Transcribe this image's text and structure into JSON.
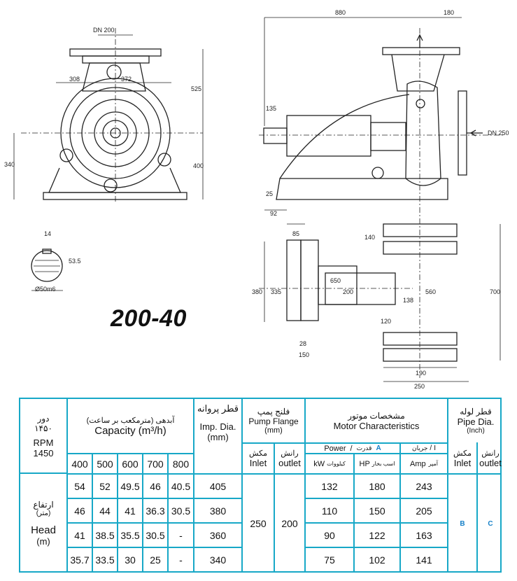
{
  "model": "200-40",
  "drawing": {
    "dims": [
      "DN 200",
      "308",
      "372",
      "525",
      "340",
      "400",
      "880",
      "180",
      "135",
      "DN 250",
      "25",
      "92",
      "14",
      "53.5",
      "Ø50m6",
      "85",
      "650",
      "140",
      "380",
      "335",
      "200",
      "138",
      "560",
      "700",
      "120",
      "28",
      "150",
      "190",
      "250"
    ]
  },
  "table": {
    "speed_fa": "دور",
    "speed_fa_value": "۱۴۵۰",
    "rpm_label": "RPM",
    "rpm_value": "1450",
    "head_fa": "ارتفاع",
    "head_fa_unit": "(متر)",
    "head_label": "Head",
    "head_unit": "(m)",
    "capacity_fa": "آبدهی (مترمکعب بر ساعت)",
    "capacity_label": "Capacity (m³/h)",
    "capacities": [
      "400",
      "500",
      "600",
      "700",
      "800"
    ],
    "imp_fa": "قطر پروانه",
    "imp_label": "Imp. Dia.",
    "imp_unit": "(mm)",
    "flange_fa": "فلنج پمپ",
    "flange_label": "Pump Flange",
    "flange_unit": "(mm)",
    "inlet_fa": "مکش",
    "inlet_label": "Inlet",
    "outlet_fa": "رانش",
    "outlet_label": "outlet",
    "motor_fa": "مشخصات موتور",
    "motor_label": "Motor Characteristics",
    "power_label": "Power",
    "power_fa": "قدرت",
    "power_sym": "A",
    "current_fa": "جریان",
    "current_sym": "I",
    "kw_label": "kW",
    "kw_fa": "کیلووات",
    "hp_label": "HP",
    "hp_fa": "اسب بخار",
    "amp_label": "Amp",
    "amp_fa": "آمپر",
    "pipe_fa": "قطر لوله",
    "pipe_label": "Pipe Dia.",
    "pipe_unit": "(Inch)",
    "pipe_inlet_fa": "مکش",
    "pipe_inlet_label": "Inlet",
    "pipe_outlet_fa": "رانش",
    "pipe_outlet_label": "outlet",
    "flange_inlet_value": "250",
    "flange_outlet_value": "200",
    "pipe_inlet_value": "B",
    "pipe_outlet_value": "C",
    "rows": [
      {
        "heads": [
          "54",
          "52",
          "49.5",
          "46",
          "40.5"
        ],
        "imp": "405",
        "kw": "132",
        "hp": "180",
        "amp": "243"
      },
      {
        "heads": [
          "46",
          "44",
          "41",
          "36.3",
          "30.5"
        ],
        "imp": "380",
        "kw": "110",
        "hp": "150",
        "amp": "205"
      },
      {
        "heads": [
          "41",
          "38.5",
          "35.5",
          "30.5",
          "-"
        ],
        "imp": "360",
        "kw": "90",
        "hp": "122",
        "amp": "163"
      },
      {
        "heads": [
          "35.7",
          "33.5",
          "30",
          "25",
          "-"
        ],
        "imp": "340",
        "kw": "75",
        "hp": "102",
        "amp": "141"
      }
    ]
  }
}
